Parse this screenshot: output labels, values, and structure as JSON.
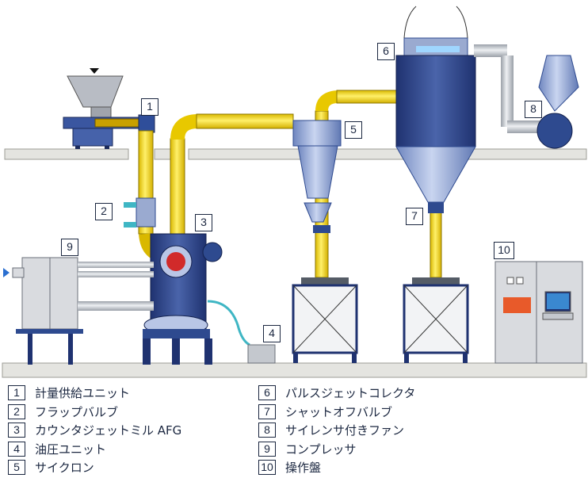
{
  "callouts": [
    "1",
    "2",
    "3",
    "4",
    "5",
    "6",
    "7",
    "8",
    "9",
    "10"
  ],
  "legend_left": [
    {
      "num": "1",
      "label": "計量供給ユニット"
    },
    {
      "num": "2",
      "label": "フラップバルブ"
    },
    {
      "num": "3",
      "label": "カウンタジェットミル AFG"
    },
    {
      "num": "4",
      "label": "油圧ユニット"
    },
    {
      "num": "5",
      "label": "サイクロン"
    }
  ],
  "legend_right": [
    {
      "num": "6",
      "label": "パルスジェットコレクタ"
    },
    {
      "num": "7",
      "label": "シャットオフバルブ"
    },
    {
      "num": "8",
      "label": "サイレンサ付きファン"
    },
    {
      "num": "9",
      "label": "コンプレッサ"
    },
    {
      "num": "10",
      "label": "操作盤"
    }
  ],
  "colors": {
    "pipe_yellow": "#f5d800",
    "equipment_blue": "#2e4a8f",
    "vessel_blue": "#8aa2d6",
    "pipe_grey": "#c8ccd2",
    "floor_grey": "#e4e4e0",
    "hose_teal": "#3fb6c4",
    "cabinet_grey": "#d9dbdf"
  }
}
